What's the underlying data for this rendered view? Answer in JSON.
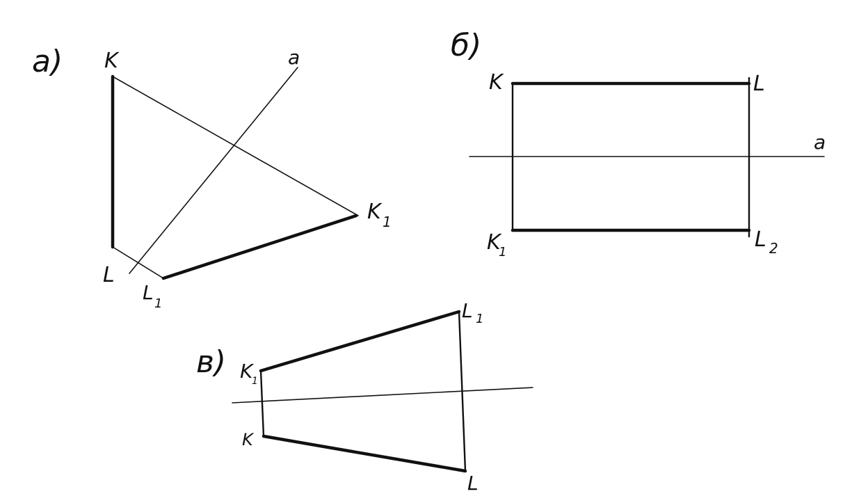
{
  "figures": {
    "a": {
      "tag": "а)",
      "points": {
        "K": "K",
        "L": "L",
        "L1": "L",
        "L1_sub": "1",
        "K1": "K",
        "K1_sub": "1"
      },
      "axis": "a"
    },
    "b": {
      "tag": "б)",
      "points": {
        "K": "K",
        "L": "L",
        "K1": "K",
        "K1_sub": "1",
        "L2": "L",
        "L2_sub": "2"
      },
      "axis": "a"
    },
    "v": {
      "tag": "в)",
      "points": {
        "K1": "K",
        "K1_sub": "1",
        "L1": "L",
        "L1_sub": "1",
        "K": "K",
        "L": "L"
      }
    }
  }
}
